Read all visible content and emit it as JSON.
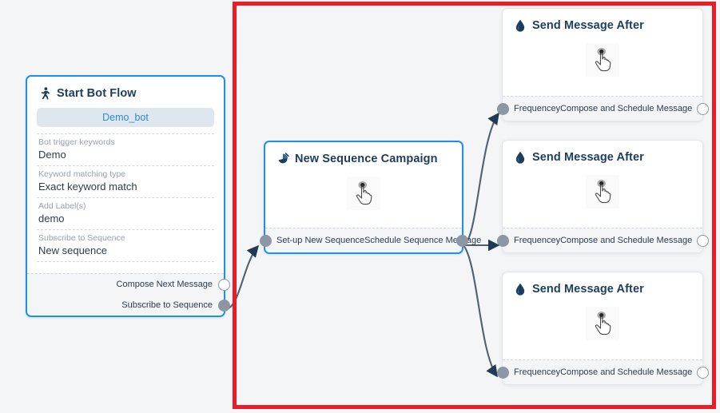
{
  "canvas": {
    "background_color": "#f4f5f7",
    "highlight_color": "#ed1c24",
    "accent_color": "#1e90e8",
    "port_color": "#8d97a3",
    "edge_color": "#51606f"
  },
  "nodes": {
    "start_bot_flow": {
      "title": "Start Bot Flow",
      "icon": "running-person-icon",
      "bot_pill": "Demo_bot",
      "fields": [
        {
          "label": "Bot trigger keywords",
          "value": "Demo"
        },
        {
          "label": "Keyword matching type",
          "value": "Exact keyword match"
        },
        {
          "label": "Add Label(s)",
          "value": "demo"
        },
        {
          "label": "Subscribe to Sequence",
          "value": "New sequence"
        }
      ],
      "ports": [
        {
          "label": "Compose Next Message",
          "style": "hollow"
        },
        {
          "label": "Subscribe to Sequence",
          "style": "filled"
        }
      ]
    },
    "new_sequence_campaign": {
      "title": "New Sequence Campaign",
      "icon": "sequence-campaign-icon",
      "body_icon": "pointing-hand-cursor-icon",
      "ports": [
        {
          "label": "Set-up New Sequence",
          "style": "filled",
          "side": "left"
        },
        {
          "label": "Schedule Sequence Message",
          "style": "filled",
          "side": "right"
        }
      ]
    },
    "send_message_after": [
      {
        "title": "Send Message After",
        "icon": "water-drop-icon",
        "body_icon": "pointing-hand-cursor-icon",
        "ports": [
          {
            "label": "Frequencey",
            "style": "filled",
            "side": "left"
          },
          {
            "label": "Compose and Schedule Message",
            "style": "hollow",
            "side": "right"
          }
        ]
      },
      {
        "title": "Send Message After",
        "icon": "water-drop-icon",
        "body_icon": "pointing-hand-cursor-icon",
        "ports": [
          {
            "label": "Frequencey",
            "style": "filled",
            "side": "left"
          },
          {
            "label": "Compose and Schedule Message",
            "style": "hollow",
            "side": "right"
          }
        ]
      },
      {
        "title": "Send Message After",
        "icon": "water-drop-icon",
        "body_icon": "pointing-hand-cursor-icon",
        "ports": [
          {
            "label": "Frequencey",
            "style": "filled",
            "side": "left"
          },
          {
            "label": "Compose and Schedule Message",
            "style": "hollow",
            "side": "right"
          }
        ]
      }
    ]
  }
}
